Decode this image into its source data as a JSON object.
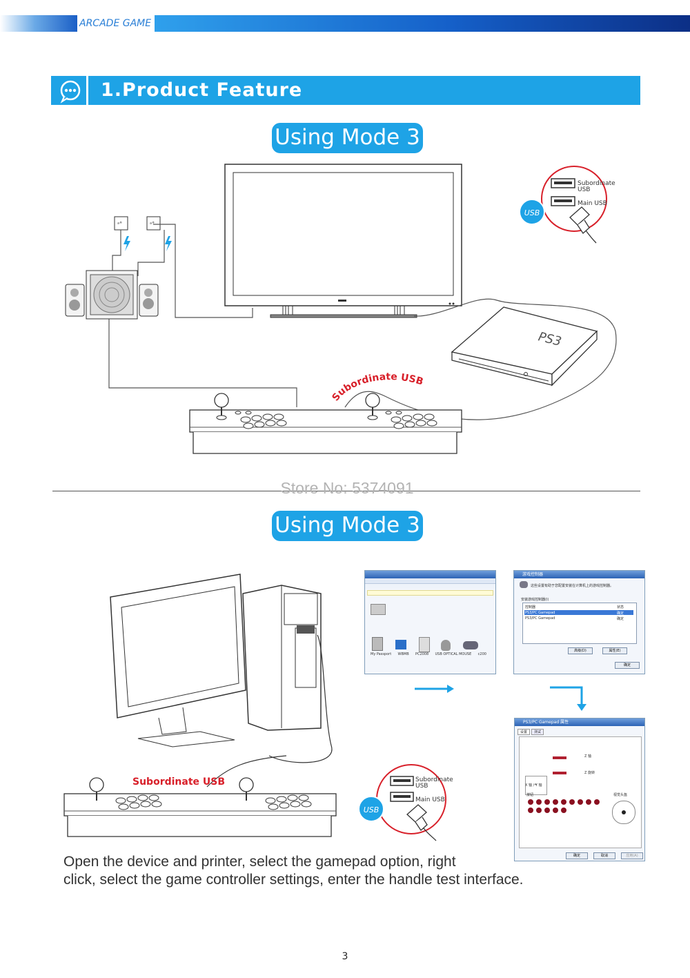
{
  "header": {
    "brand": "ARCADE GAME"
  },
  "section": {
    "title": "1.Product Feature",
    "icon": "chat-bubble-icon"
  },
  "mode_top": {
    "title": "Using Mode 3"
  },
  "mode_bottom": {
    "title": "Using Mode 3"
  },
  "usb_labels": {
    "subordinate_1": "Subordinate",
    "subordinate_2": "USB",
    "main": "Main USB",
    "badge": "USB",
    "curved": "Subordinate USB",
    "bottom_red": "Subordinate USB"
  },
  "device": {
    "console_logo": "PS3"
  },
  "watermark": "Store No: 5374091",
  "caption": {
    "line1": "Open the device and printer, select the gamepad option, right",
    "line2": "click, select the game controller settings, enter the handle test interface."
  },
  "screens": {
    "devices_window": {
      "devices": [
        "My Passport",
        "WBMB",
        "PC2008",
        "USB OPTICAL MOUSE",
        "c200"
      ]
    },
    "controllers_window": {
      "title": "游戏控制器",
      "info": "这些设置有助于您配置安装在计算机上的游戏控制器。",
      "list_label": "安装游戏控制器(I)",
      "col_controller": "控制器",
      "col_status": "状态",
      "rows": [
        {
          "name": "PS3/PC Gamepad",
          "status": "确定"
        },
        {
          "name": "PS3/PC Gamepad",
          "status": "确定"
        }
      ],
      "btn_advanced": "高级(D)",
      "btn_properties": "属性(E)",
      "btn_ok": "确定"
    },
    "properties_window": {
      "title": "PS3/PC Gamepad 属性",
      "tab_settings": "设置",
      "tab_test": "测试",
      "axis_z": "Z 轴",
      "axis_rot": "Z 旋转",
      "axis_xy": "X 轴 / Y 轴",
      "buttons_label": "按钮",
      "pov_label": "视觉头盔",
      "btn_ok": "确定",
      "btn_cancel": "取消",
      "btn_apply": "应用(A)"
    }
  },
  "page_number": "3",
  "colors": {
    "accent": "#1ea3e6",
    "red": "#d8202a",
    "navy": "#0c2f86"
  }
}
